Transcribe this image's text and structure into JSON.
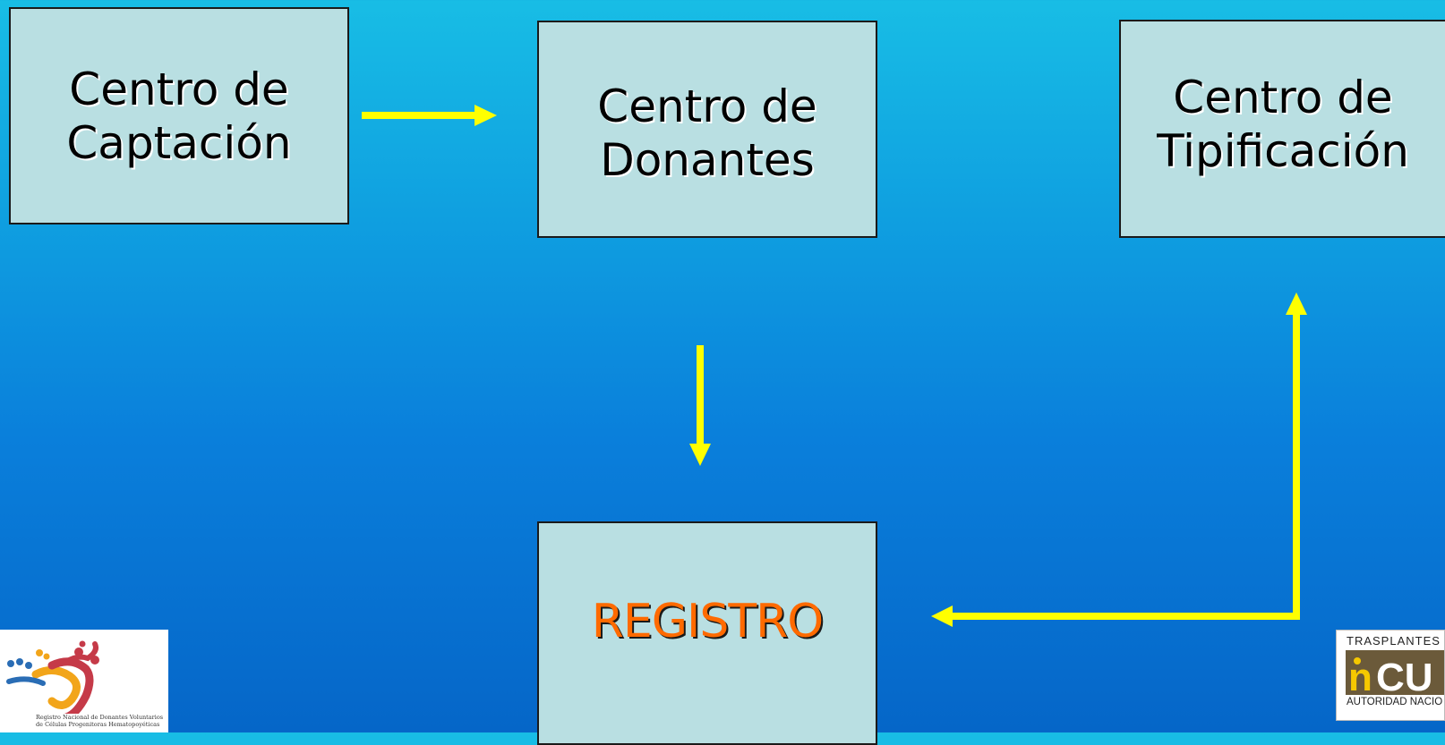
{
  "diagram": {
    "nodes": [
      {
        "id": "captacion",
        "line1": "Centro de",
        "line2": "Captación"
      },
      {
        "id": "donantes",
        "line1": "Centro de",
        "line2": "Donantes"
      },
      {
        "id": "tipificacion",
        "line1": "Centro de",
        "line2": "Tipificación"
      },
      {
        "id": "registro",
        "label": "REGISTRO"
      }
    ],
    "edges": [
      {
        "from": "captacion",
        "to": "donantes"
      },
      {
        "from": "donantes",
        "to": "registro"
      },
      {
        "from": "registro",
        "to": "tipificacion"
      },
      {
        "from": "tipificacion",
        "to": "registro"
      }
    ]
  },
  "colors": {
    "arrow": "#ffff00",
    "box_fill": "#b9dfe2",
    "registro_text": "#ff6a00"
  },
  "logos": {
    "left": {
      "caption_line1": "Registro Nacional de Donantes Voluntarios",
      "caption_line2": "de Células Progenitoras Hematopoyéticas"
    },
    "right": {
      "top_text": "TRASPLANTES",
      "mark_n": "n",
      "mark_rest": "CU",
      "bottom_text": "AUTORIDAD NACIO"
    }
  }
}
